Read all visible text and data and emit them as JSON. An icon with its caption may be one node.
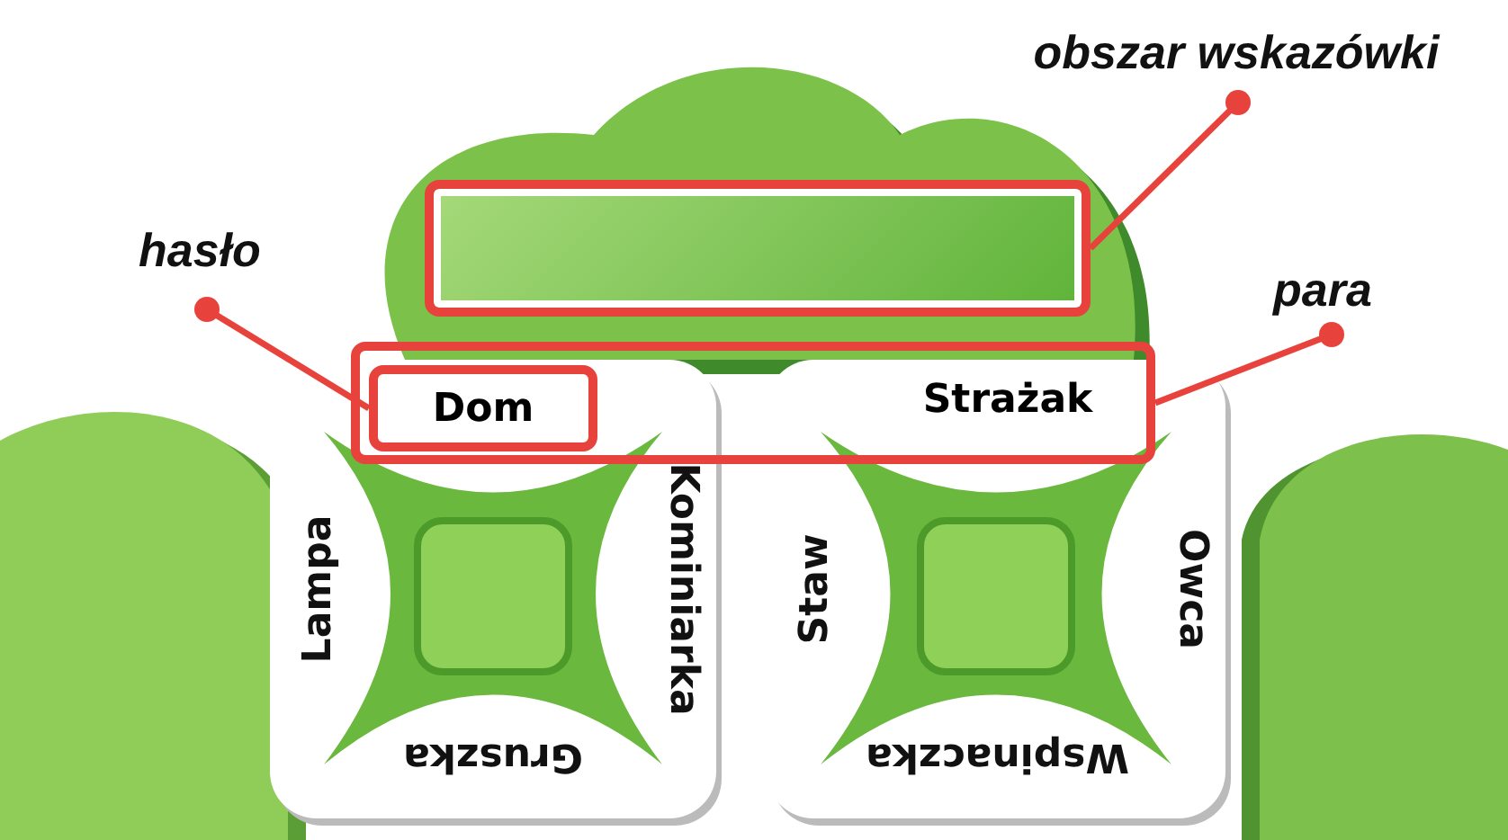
{
  "diagram": {
    "nodes": [
      {
        "text": [
          "obszar wskazówki"
        ]
      },
      {
        "text": [],
        "shape": "box"
      },
      {
        "text": [
          "hasło"
        ]
      },
      {
        "text": [
          "Dom"
        ]
      },
      {
        "text": [
          "para"
        ]
      },
      {
        "text": [],
        "shape": "box"
      },
      {
        "text": [
          "Lampa",
          "Kominiarka",
          "Gruszka"
        ]
      },
      {
        "text": [
          "Staw",
          "Owca",
          "Wspinaczka"
        ]
      },
      {
        "text": [
          "Strażak"
        ]
      }
    ],
    "edges": [
      {
        "from": 0,
        "to": 1,
        "arrow": "other",
        "color": "#e8423c"
      },
      {
        "from": 2,
        "to": 3,
        "arrow": "other",
        "color": "#e8423c"
      },
      {
        "from": 4,
        "to": 5,
        "arrow": "other",
        "color": "#e8423c"
      }
    ]
  }
}
